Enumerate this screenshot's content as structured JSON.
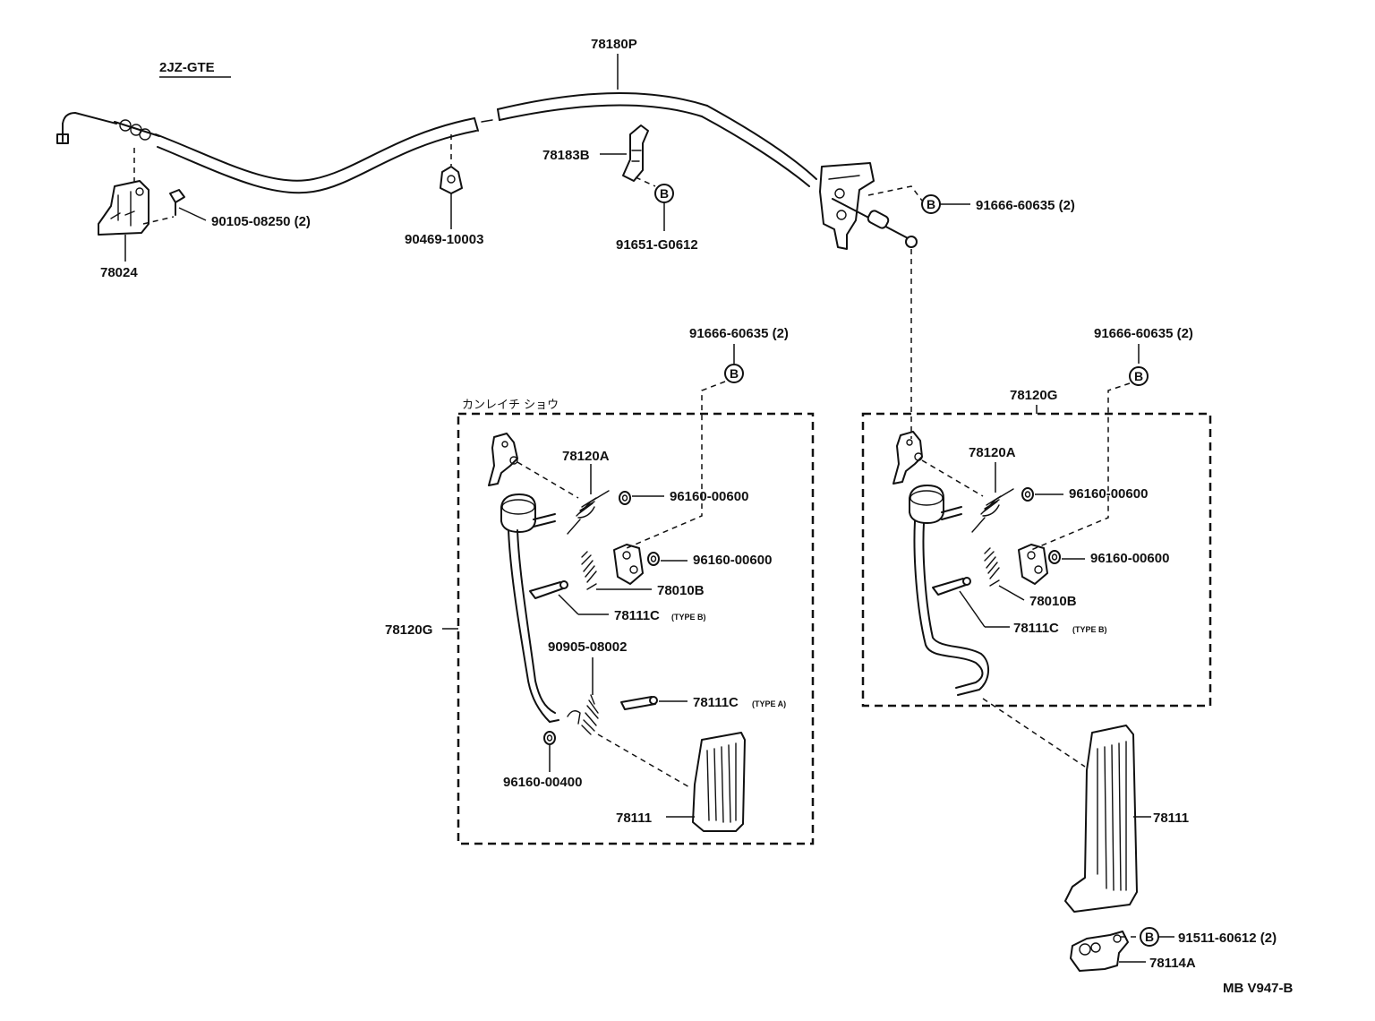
{
  "header": {
    "engine_label": "2JZ-GTE"
  },
  "frames": {
    "left_frame_title": "カンレイチ ショウ"
  },
  "badges": {
    "bolt_marker": "B"
  },
  "parts": {
    "cable_assy": "78180P",
    "cable_clamp": "78183B",
    "clamp_bolt": "91651-G0612",
    "cable_bolt_top": "91666-60635 (2)",
    "bracket": "78024",
    "bracket_bolt": "90105-08250 (2)",
    "cable_clip": "90469-10003",
    "left_bolt": "91666-60635 (2)",
    "right_bolt": "91666-60635 (2)",
    "right_pedal_assy": "78120G",
    "left_pedal_assy": "78120G",
    "left_spring": "78120A",
    "left_bushing_1": "96160-00600",
    "left_bushing_2": "96160-00600",
    "left_stopper": "78010B",
    "left_shaft_b": "78111C",
    "left_shaft_b_type": "(TYPE B)",
    "left_spring_2": "90905-08002",
    "left_shaft_a": "78111C",
    "left_shaft_a_type": "(TYPE A)",
    "left_bushing_3": "96160-00400",
    "left_pad": "78111",
    "right_spring": "78120A",
    "right_bushing_1": "96160-00600",
    "right_bushing_2": "96160-00600",
    "right_stopper": "78010B",
    "right_shaft_b": "78111C",
    "right_shaft_b_type": "(TYPE B)",
    "right_pad": "78111",
    "pad_bolt": "91511-60612 (2)",
    "pad_bracket": "78114A"
  },
  "footer": {
    "figure_code": "MB V947-B"
  }
}
